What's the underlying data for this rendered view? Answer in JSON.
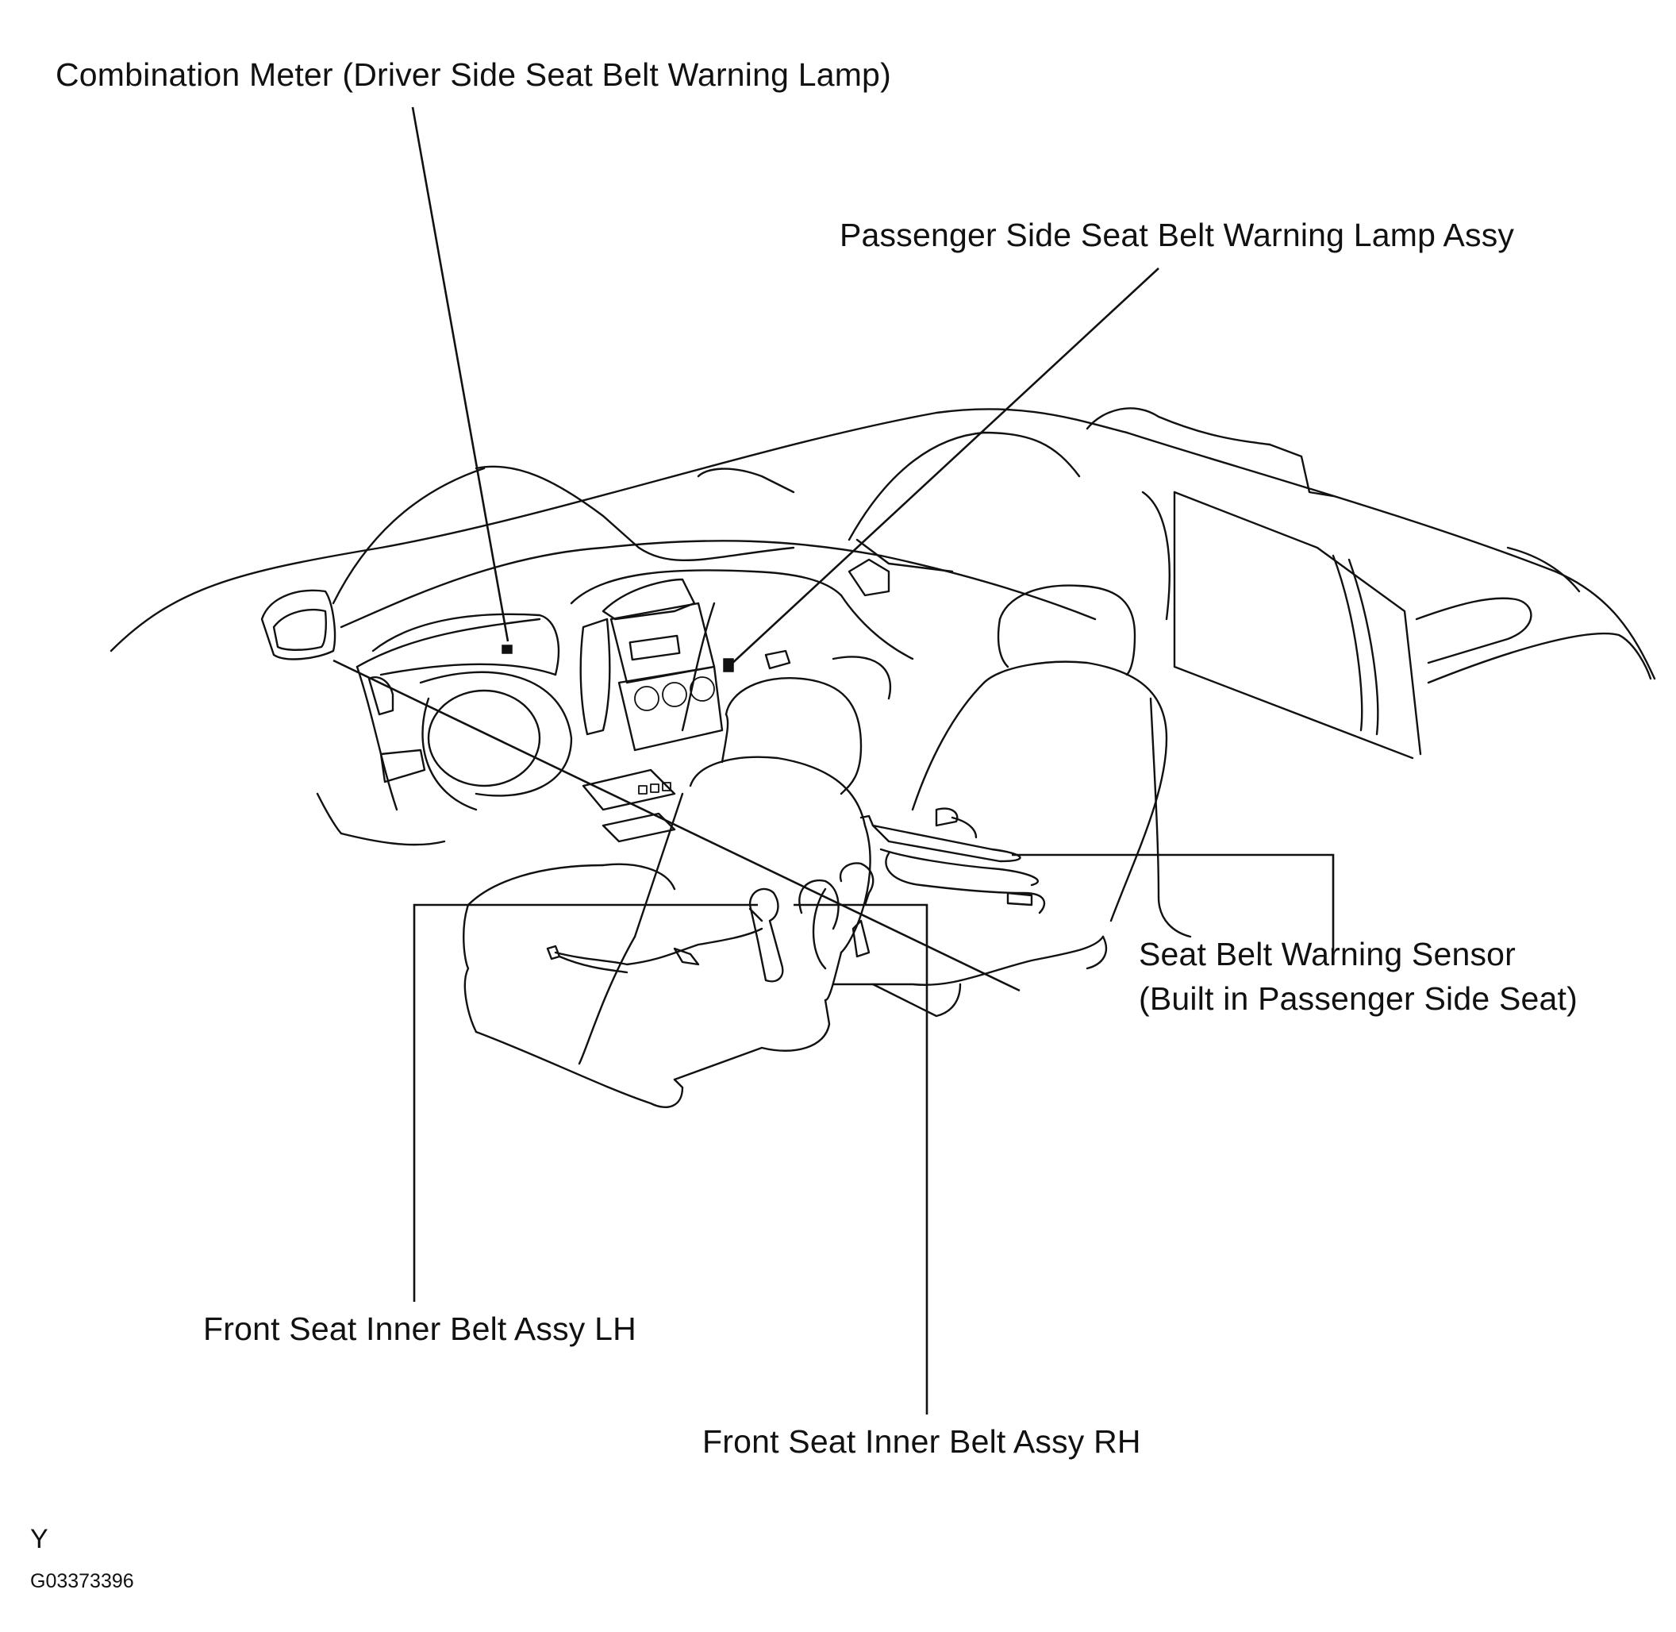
{
  "labels": {
    "combination_meter": "Combination Meter (Driver Side Seat Belt Warning Lamp)",
    "passenger_lamp": "Passenger Side Seat Belt Warning Lamp Assy",
    "sensor_line1": "Seat Belt Warning Sensor",
    "sensor_line2": "(Built in Passenger Side Seat)",
    "inner_belt_lh": "Front Seat Inner Belt Assy LH",
    "inner_belt_rh": "Front Seat Inner Belt Assy RH"
  },
  "footer": {
    "letter": "Y",
    "code": "G03373396"
  }
}
